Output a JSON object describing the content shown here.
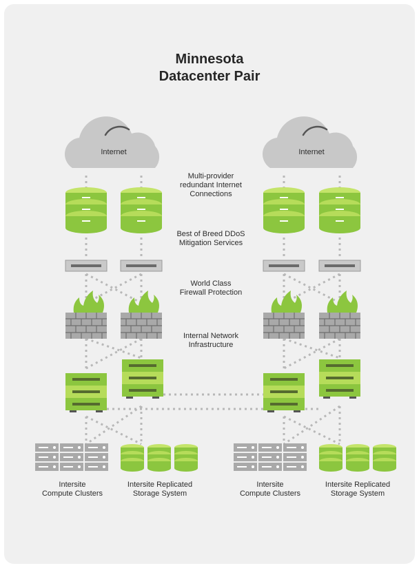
{
  "title": {
    "line1": "Minnesota",
    "line2": "Datacenter Pair"
  },
  "cloud_label": "Internet",
  "layers": {
    "internet_connections": {
      "line1": "Multi-provider",
      "line2": "redundant Internet",
      "line3": "Connections"
    },
    "ddos": {
      "line1": "Best of Breed DDoS",
      "line2": "Mitigation Services"
    },
    "firewall": {
      "line1": "World Class",
      "line2": "Firewall Protection"
    },
    "internal_network": {
      "line1": "Internal Network",
      "line2": "Infrastructure"
    }
  },
  "bottom": {
    "compute": {
      "line1": "Intersite",
      "line2": "Compute Clusters"
    },
    "storage": {
      "line1": "Intersite Replicated",
      "line2": "Storage System"
    }
  },
  "colors": {
    "background": "#f0f0f0",
    "cloud": "#c8c8c8",
    "green_light": "#b6dc5a",
    "green_dark": "#8cc63f",
    "gray_device": "#9a9a9a",
    "connector": "#b8b8b8",
    "flame": "#8cc63f"
  },
  "icons": [
    "cloud-icon",
    "database-icon",
    "switch-icon",
    "firewall-icon",
    "router-stack-icon",
    "server-rack-icon",
    "storage-drum-icon"
  ]
}
